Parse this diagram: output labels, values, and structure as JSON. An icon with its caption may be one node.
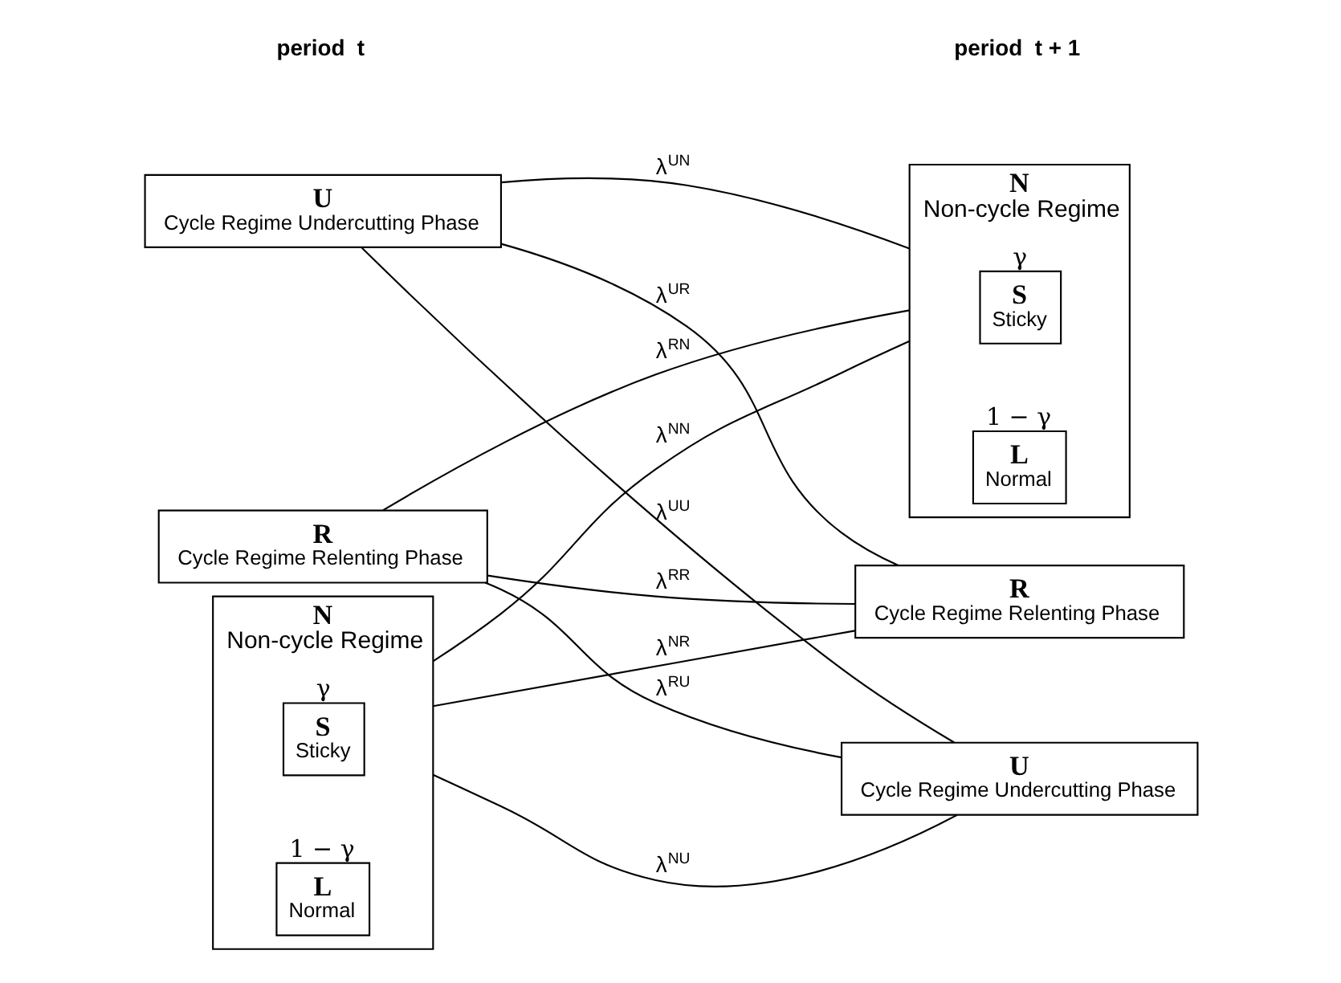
{
  "diagram": {
    "nodes": [
      {
        "text": [
          "R",
          "Cycle Regime Relenting Phase"
        ]
      },
      {
        "text": [
          "U",
          "Cycle Regime Undercutting Phase"
        ]
      },
      {
        "text": [
          "N",
          "Non-cycle Regime"
        ]
      },
      {
        "text": [
          "S",
          "Sticky"
        ],
        "in": 2,
        "beside": [
          "γ"
        ]
      },
      {
        "text": [
          "L",
          "Normal"
        ],
        "in": 2,
        "beside": [
          "1 − γ"
        ]
      },
      {
        "text": [
          "R",
          "Cycle Regime Relenting Phase"
        ]
      },
      {
        "text": [
          "U",
          "Cycle Regime Undercutting Phase"
        ]
      },
      {
        "text": [
          "N",
          "Non-cycle Regime"
        ]
      },
      {
        "text": [
          "S",
          "Sticky"
        ],
        "in": 7,
        "beside": [
          "γ"
        ]
      },
      {
        "text": [
          "L",
          "Normal"
        ],
        "in": 7,
        "beside": [
          "1 − γ"
        ]
      }
    ],
    "edges": [
      {
        "from": 0,
        "to": 5,
        "arrow": "none",
        "label": "λ$^{RR}$"
      },
      {
        "from": 0,
        "to": 6,
        "arrow": "none",
        "label": "λ$^{RU}$"
      },
      {
        "from": 0,
        "to": 7,
        "arrow": "none",
        "label": "λ$^{RN}$"
      },
      {
        "from": 1,
        "to": 5,
        "arrow": "none",
        "label": "λ$^{UR}$"
      },
      {
        "from": 1,
        "to": 6,
        "arrow": "none",
        "label": "λ$^{UU}$"
      },
      {
        "from": 1,
        "to": 7,
        "arrow": "none",
        "label": "λ$^{UN}$"
      },
      {
        "from": 2,
        "to": 5,
        "arrow": "none",
        "label": "λ$^{NR}$"
      },
      {
        "from": 2,
        "to": 6,
        "arrow": "none",
        "label": "λ$^{NU}$"
      },
      {
        "from": 2,
        "to": 7,
        "arrow": "none",
        "label": "λ$^{NN}$"
      }
    ],
    "labels": [
      "period  t",
      "period  t + 1"
    ]
  }
}
